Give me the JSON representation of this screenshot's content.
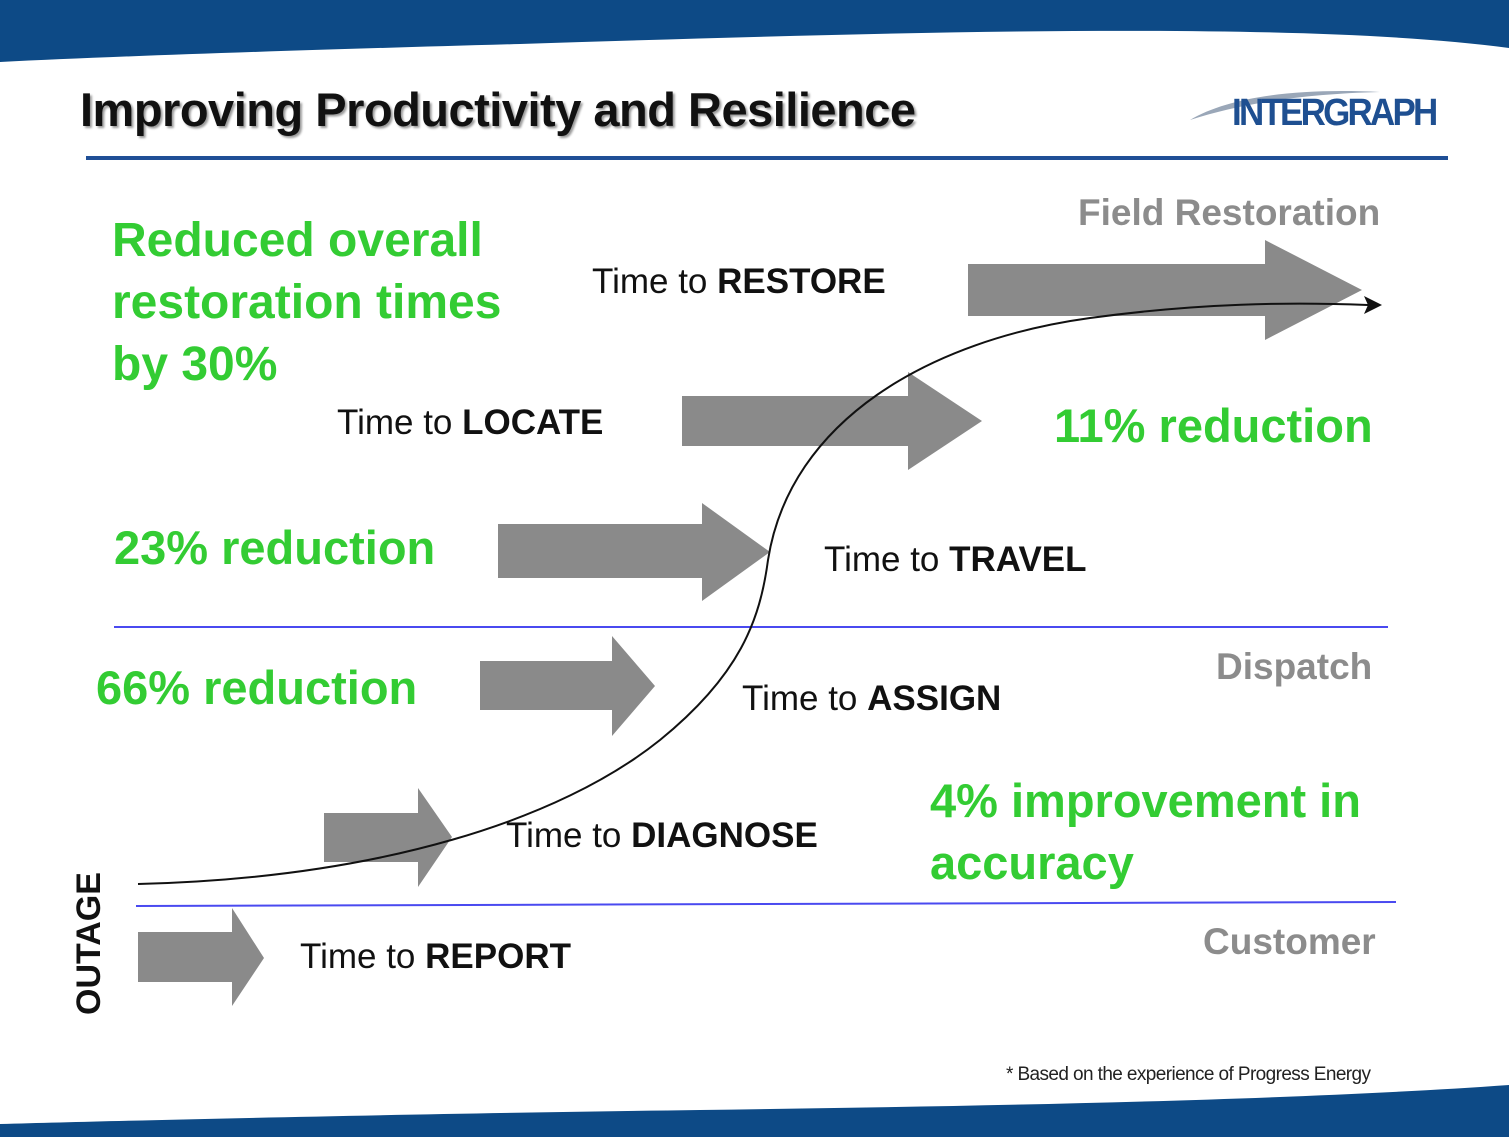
{
  "title": "Improving Productivity and Resilience",
  "logo": {
    "first": "I",
    "rest": "NTERGRAPH"
  },
  "headline": {
    "line1": "Reduced overall",
    "line2": "restoration times",
    "line3": "by 30%"
  },
  "zones": {
    "field": "Field Restoration",
    "dispatch": "Dispatch",
    "customer": "Customer"
  },
  "steps": {
    "restore": {
      "prefix": "Time to ",
      "name": "RESTORE"
    },
    "locate": {
      "prefix": "Time to ",
      "name": "LOCATE"
    },
    "travel": {
      "prefix": "Time to ",
      "name": "TRAVEL"
    },
    "assign": {
      "prefix": "Time to ",
      "name": "ASSIGN"
    },
    "diagnose": {
      "prefix": "Time to ",
      "name": "DIAGNOSE"
    },
    "report": {
      "prefix": "Time to ",
      "name": "REPORT"
    }
  },
  "results": {
    "locate": "11% reduction",
    "travel": "23% reduction",
    "assign": "66% reduction",
    "diagnose_line1": "4% improvement in",
    "diagnose_line2": "accuracy"
  },
  "outage_label": "OUTAGE",
  "footnote": "* Based on the experience of Progress Energy",
  "colors": {
    "band": "#0d4a86",
    "title_rule": "#1f4f96",
    "zone_line": "#4a4af0",
    "arrow": "#8a8a8a",
    "green": "#33cc33",
    "zone_text": "#8c8c8c",
    "logo_blue": "#1e4f91"
  }
}
